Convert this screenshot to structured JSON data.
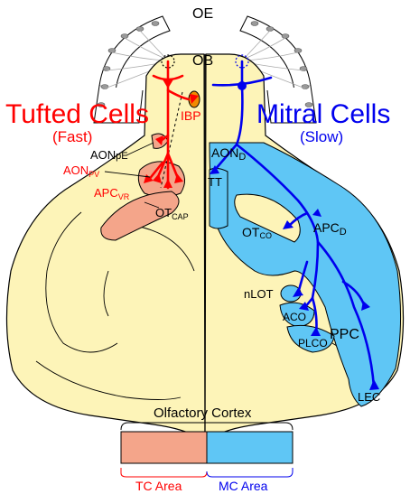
{
  "labels": {
    "oe": "OE",
    "ob": "OB",
    "ibp": "IBP",
    "tufted_title": "Tufted Cells",
    "tufted_speed": "(Fast)",
    "mitral_title": "Mitral Cells",
    "mitral_speed": "(Slow)",
    "aon_pe_main": "AON",
    "aon_pe_sub": "pE",
    "aon_pv_main": "AON",
    "aon_pv_sub": "PV",
    "apc_vr_main": "APC",
    "apc_vr_sub": "VR",
    "ot_cap_main": "OT",
    "ot_cap_sub": "CAP",
    "aon_d_main": "AON",
    "aon_d_sub": "D",
    "tt": "TT",
    "ot_co_main": "OT",
    "ot_co_sub": "CO",
    "apc_d_main": "APC",
    "apc_d_sub": "D",
    "nlot": "nLOT",
    "aco": "ACO",
    "plco": "PLCO",
    "ppc": "PPC",
    "lec": "LEC"
  },
  "legend": {
    "title": "Olfactory Cortex",
    "tc_label": "TC Area",
    "mc_label": "MC Area"
  },
  "colors": {
    "tufted": "#ff0000",
    "mitral": "#0000ee",
    "brain_fill": "#fdf4b8",
    "tc_area": "#f4a58a",
    "mc_area": "#5fc6f5",
    "ibp_fill": "#f08a00"
  }
}
